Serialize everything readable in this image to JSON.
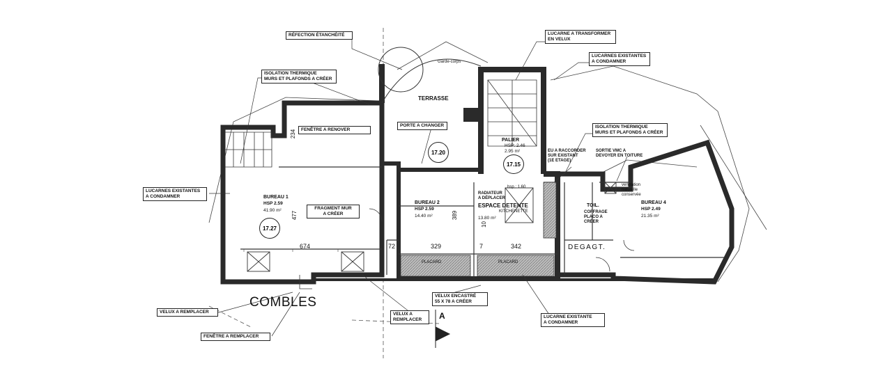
{
  "title": "COMBLES",
  "rooms": {
    "terrasse": "TERRASSE",
    "garde_corps": "Garde-corps",
    "palier": "PALIER",
    "palier_hsp": "HSP: 2.46",
    "palier_area": "2.95 m²",
    "bureau1": "BUREAU 1",
    "bureau1_hsp": "HSP 2.59",
    "bureau1_area": "41.90 m²",
    "bureau2": "BUREAU 2",
    "bureau2_hsp": "HSP 2.59",
    "bureau2_area": "14.40 m²",
    "espace_detente": "ESPACE DETENTE",
    "kitchenette": "KITCHENETTE",
    "espace_area": "13.80 m²",
    "toil": "TOIL.",
    "bureau4": "BUREAU 4",
    "bureau4_hsp": "HSP 2.49",
    "bureau4_area": "21.35 m²",
    "degagt": "DEGAGT."
  },
  "circles": {
    "c1": "17.27",
    "c2": "17.20",
    "c3": "17.15"
  },
  "dimensions": {
    "d674": "674",
    "d72": "72",
    "d329": "329",
    "d7": "7",
    "d342": "342",
    "d234": "234",
    "d477": "477",
    "d389": "389",
    "d10": "10"
  },
  "annotations": {
    "refection": "RÉFECTION ÉTANCHÉITÉ",
    "isolation_left": "ISOLATION THERMIQUE\nMURS ET PLAFONDS A CRÉER",
    "lucarne_transformer": "LUCARNE A TRANSFORMER\nEN VELUX",
    "lucarnes_existantes_top": "LUCARNES EXISTANTES\nA CONDAMNER",
    "fenetre_renover": "FENÊTRE A RENOVER",
    "porte_changer": "PORTE A CHANGER",
    "isolation_right": "ISOLATION THERMIQUE\nMURS ET PLAFONDS A CRÉER",
    "eu_raccorder": "EU A RACCORDER\nSUR EXISTANT\n(1e ETAGE)",
    "sortie_vmc": "SORTIE VMC A\nDEVOYER EN TOITURE",
    "ventilation": "ventilation\nnaturelle\nconservée",
    "lucarnes_existantes_left": "LUCARNES EXISTANTES\nA CONDAMNER",
    "fragment_mur": "FRAGMENT MUR\nA CRÉER",
    "radiateur": "RADIATEUR\nA DÉPLACER",
    "coffrage": "COFFRAGE\nPLACO A\nCRÉER",
    "velux_remplacer_left": "VELUX A REMPLACER",
    "fenetre_remplacer": "FENÊTRE A REMPLACER",
    "velux_remplacer_mid": "VELUX A\nREMPLACER",
    "velux_encastre": "VELUX ENCASTRÉ\n55 x 78 A CRÉER",
    "lucarne_existante_bottom": "LUCARNE EXISTANTE\nA CONDAMNER",
    "section_a": "A",
    "placard": "PLACARD",
    "hsp_small": "hsp : 1.60"
  },
  "colors": {
    "wall": "#2a2a2a",
    "line": "#333333",
    "hatch": "#9a9a9a"
  }
}
